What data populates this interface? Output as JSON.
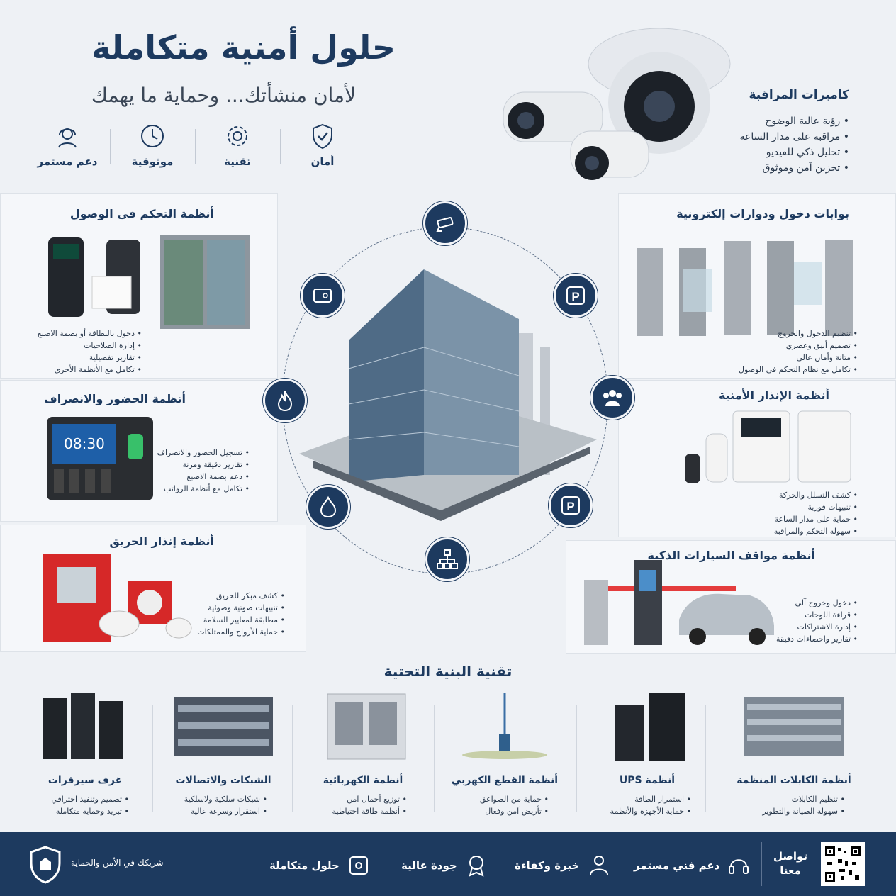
{
  "header": {
    "title": "حلول أمنية متكاملة",
    "subtitle": "لأمان منشأتك... وحماية ما يهمك",
    "features": [
      {
        "label": "أمان",
        "icon": "shield-check-icon"
      },
      {
        "label": "تقنية",
        "icon": "gear-icon"
      },
      {
        "label": "موثوقية",
        "icon": "clock-icon"
      },
      {
        "label": "دعم مستمر",
        "icon": "headset-icon"
      }
    ]
  },
  "cameras": {
    "title": "كاميرات المراقبة",
    "items": [
      "رؤية عالية الوضوح",
      "مراقبة على مدار الساعة",
      "تحليل ذكي للفيديو",
      "تخزين آمن وموثوق"
    ]
  },
  "access_control": {
    "title": "أنظمة التحكم في الوصول",
    "items": [
      "دخول بالبطاقة أو بصمة الاصبع",
      "إدارة الصلاحيات",
      "تقارير تفصيلية",
      "تكامل مع الأنظمة الأخرى"
    ]
  },
  "turnstiles": {
    "title": "بوابات دخول ودوارات إلكترونية",
    "items": [
      "تنظيم الدخول والخروج",
      "تصميم أنيق وعصري",
      "متانة وأمان عالي",
      "تكامل مع نظام التحكم في الوصول"
    ]
  },
  "attendance": {
    "title": "أنظمة الحضور والانصراف",
    "clock": "08:30",
    "items": [
      "تسجيل الحضور والانصراف",
      "تقارير دقيقة ومرنة",
      "دعم بصمة الاصبع",
      "تكامل مع أنظمة الرواتب"
    ]
  },
  "alarm": {
    "title": "أنظمة الإنذار الأمنية",
    "items": [
      "كشف التسلل والحركة",
      "تنبيهات فورية",
      "حماية على مدار الساعة",
      "سهولة التحكم والمراقبة"
    ]
  },
  "fire": {
    "title": "أنظمة إنذار الحريق",
    "items": [
      "كشف مبكر للحريق",
      "تنبيهات صوتية وضوئية",
      "مطابقة لمعايير السلامة",
      "حماية الأرواح والممتلكات"
    ]
  },
  "parking": {
    "title": "أنظمة مواقف السيارات الذكية",
    "items": [
      "دخول وخروج آلي",
      "قراءة اللوحات",
      "إدارة الاشتراكات",
      "تقارير واحصاءات دقيقة"
    ]
  },
  "infrastructure": {
    "title": "تقنية البنية التحتية",
    "cards": [
      {
        "label": "غرف سيرفرات",
        "items": [
          "تصميم وتنفيذ احترافي",
          "تبريد وحماية متكاملة"
        ]
      },
      {
        "label": "الشبكات والاتصالات",
        "items": [
          "شبكات سلكية ولاسلكية",
          "استقرار وسرعة عالية"
        ]
      },
      {
        "label": "أنظمة الكهربائية",
        "items": [
          "توزيع أحمال آمن",
          "أنظمة طاقة احتياطية"
        ]
      },
      {
        "label": "أنظمة القطع الكهربي",
        "items": [
          "حماية من الصواعق",
          "تأريض آمن وفعال"
        ]
      },
      {
        "label": "أنظمة UPS",
        "items": [
          "استمرار الطاقة",
          "حماية الأجهزة والأنظمة"
        ]
      },
      {
        "label": "أنظمة الكابلات المنظمة",
        "items": [
          "تنظيم الكابلات",
          "سهولة الصيانة والتطوير"
        ]
      }
    ]
  },
  "footer": {
    "tagline": "شريكك في الأمن والحماية",
    "items": [
      "حلول متكاملة",
      "جودة عالية",
      "خبرة وكفاءة",
      "دعم فني مستمر"
    ],
    "contact": "تواصل معنا"
  },
  "colors": {
    "navy": "#1d3a5f",
    "fire_red": "#d62828",
    "bg": "#eef1f5"
  }
}
